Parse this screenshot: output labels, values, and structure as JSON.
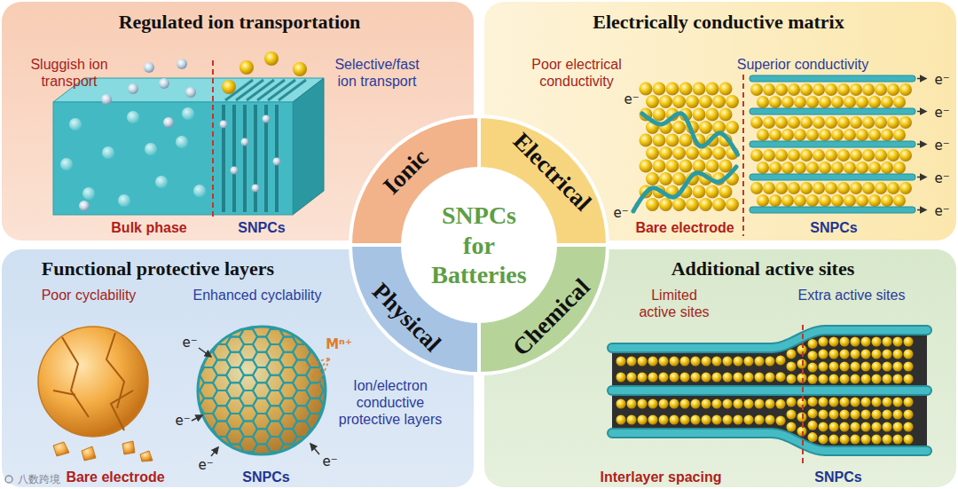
{
  "diagram": {
    "nodes": [
      {
        "text": [
          "Regulated ion transportation",
          "Sluggish ion transport",
          "Selective/fast ion transport",
          "Bulk phase",
          "SNPCs"
        ]
      },
      {
        "text": [
          "Electrically conductive matrix",
          "Poor electrical conductivity",
          "Superior conductivity",
          "Bare electrode",
          "SNPCs"
        ]
      },
      {
        "text": [
          "Functional protective layers",
          "Poor cyclability",
          "Enhanced cyclability",
          "Ion/electron conductive protective layers",
          "Bare electrode",
          "SNPCs"
        ]
      },
      {
        "text": [
          "Additional active sites",
          "Limited active sites",
          "Extra active sites",
          "Interlayer spacing",
          "SNPCs"
        ]
      },
      {
        "text": [
          "Ionic"
        ]
      },
      {
        "text": [
          "Electrical"
        ]
      },
      {
        "text": [
          "Physical"
        ]
      },
      {
        "text": [
          "Chemical"
        ]
      },
      {
        "text": [
          "SNPCs for Batteries"
        ]
      }
    ],
    "labels": [
      "e⁻",
      "e⁻",
      "e⁻",
      "e⁻",
      "e⁻",
      "e⁻",
      "e⁻",
      "e⁻",
      "e⁻",
      "e⁻",
      "e⁻",
      "Mⁿ⁺",
      "八数跨境"
    ]
  }
}
